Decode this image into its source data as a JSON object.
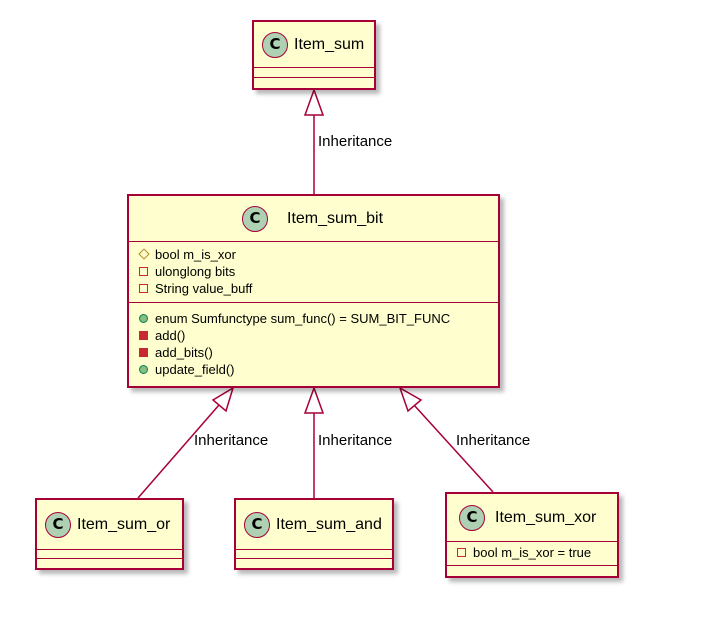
{
  "diagram": {
    "classes": {
      "item_sum": {
        "stereotype": "C",
        "name": "Item_sum"
      },
      "item_sum_bit": {
        "stereotype": "C",
        "name": "Item_sum_bit",
        "fields": [
          {
            "visibility": "protected",
            "text": "bool m_is_xor"
          },
          {
            "visibility": "private",
            "text": "ulonglong bits"
          },
          {
            "visibility": "private",
            "text": "String value_buff"
          }
        ],
        "methods": [
          {
            "visibility": "public",
            "text": "enum Sumfunctype sum_func() = SUM_BIT_FUNC"
          },
          {
            "visibility": "private",
            "text": "add()"
          },
          {
            "visibility": "private",
            "text": "add_bits()"
          },
          {
            "visibility": "public",
            "text": "update_field()"
          }
        ]
      },
      "item_sum_or": {
        "stereotype": "C",
        "name": "Item_sum_or"
      },
      "item_sum_and": {
        "stereotype": "C",
        "name": "Item_sum_and"
      },
      "item_sum_xor": {
        "stereotype": "C",
        "name": "Item_sum_xor",
        "fields": [
          {
            "visibility": "private",
            "text": "bool m_is_xor = true"
          }
        ]
      }
    },
    "relations": [
      {
        "from": "Item_sum_bit",
        "to": "Item_sum",
        "type": "inheritance",
        "label": "Inheritance"
      },
      {
        "from": "Item_sum_or",
        "to": "Item_sum_bit",
        "type": "inheritance",
        "label": "Inheritance"
      },
      {
        "from": "Item_sum_and",
        "to": "Item_sum_bit",
        "type": "inheritance",
        "label": "Inheritance"
      },
      {
        "from": "Item_sum_xor",
        "to": "Item_sum_bit",
        "type": "inheritance",
        "label": "Inheritance"
      }
    ],
    "colors": {
      "class_fill": "#fefece",
      "class_border": "#a80036",
      "stereotype_circle": "#add1b2",
      "private_marker": "#c82930",
      "public_marker": "#84be84",
      "protected_marker": "#b38d22"
    }
  }
}
